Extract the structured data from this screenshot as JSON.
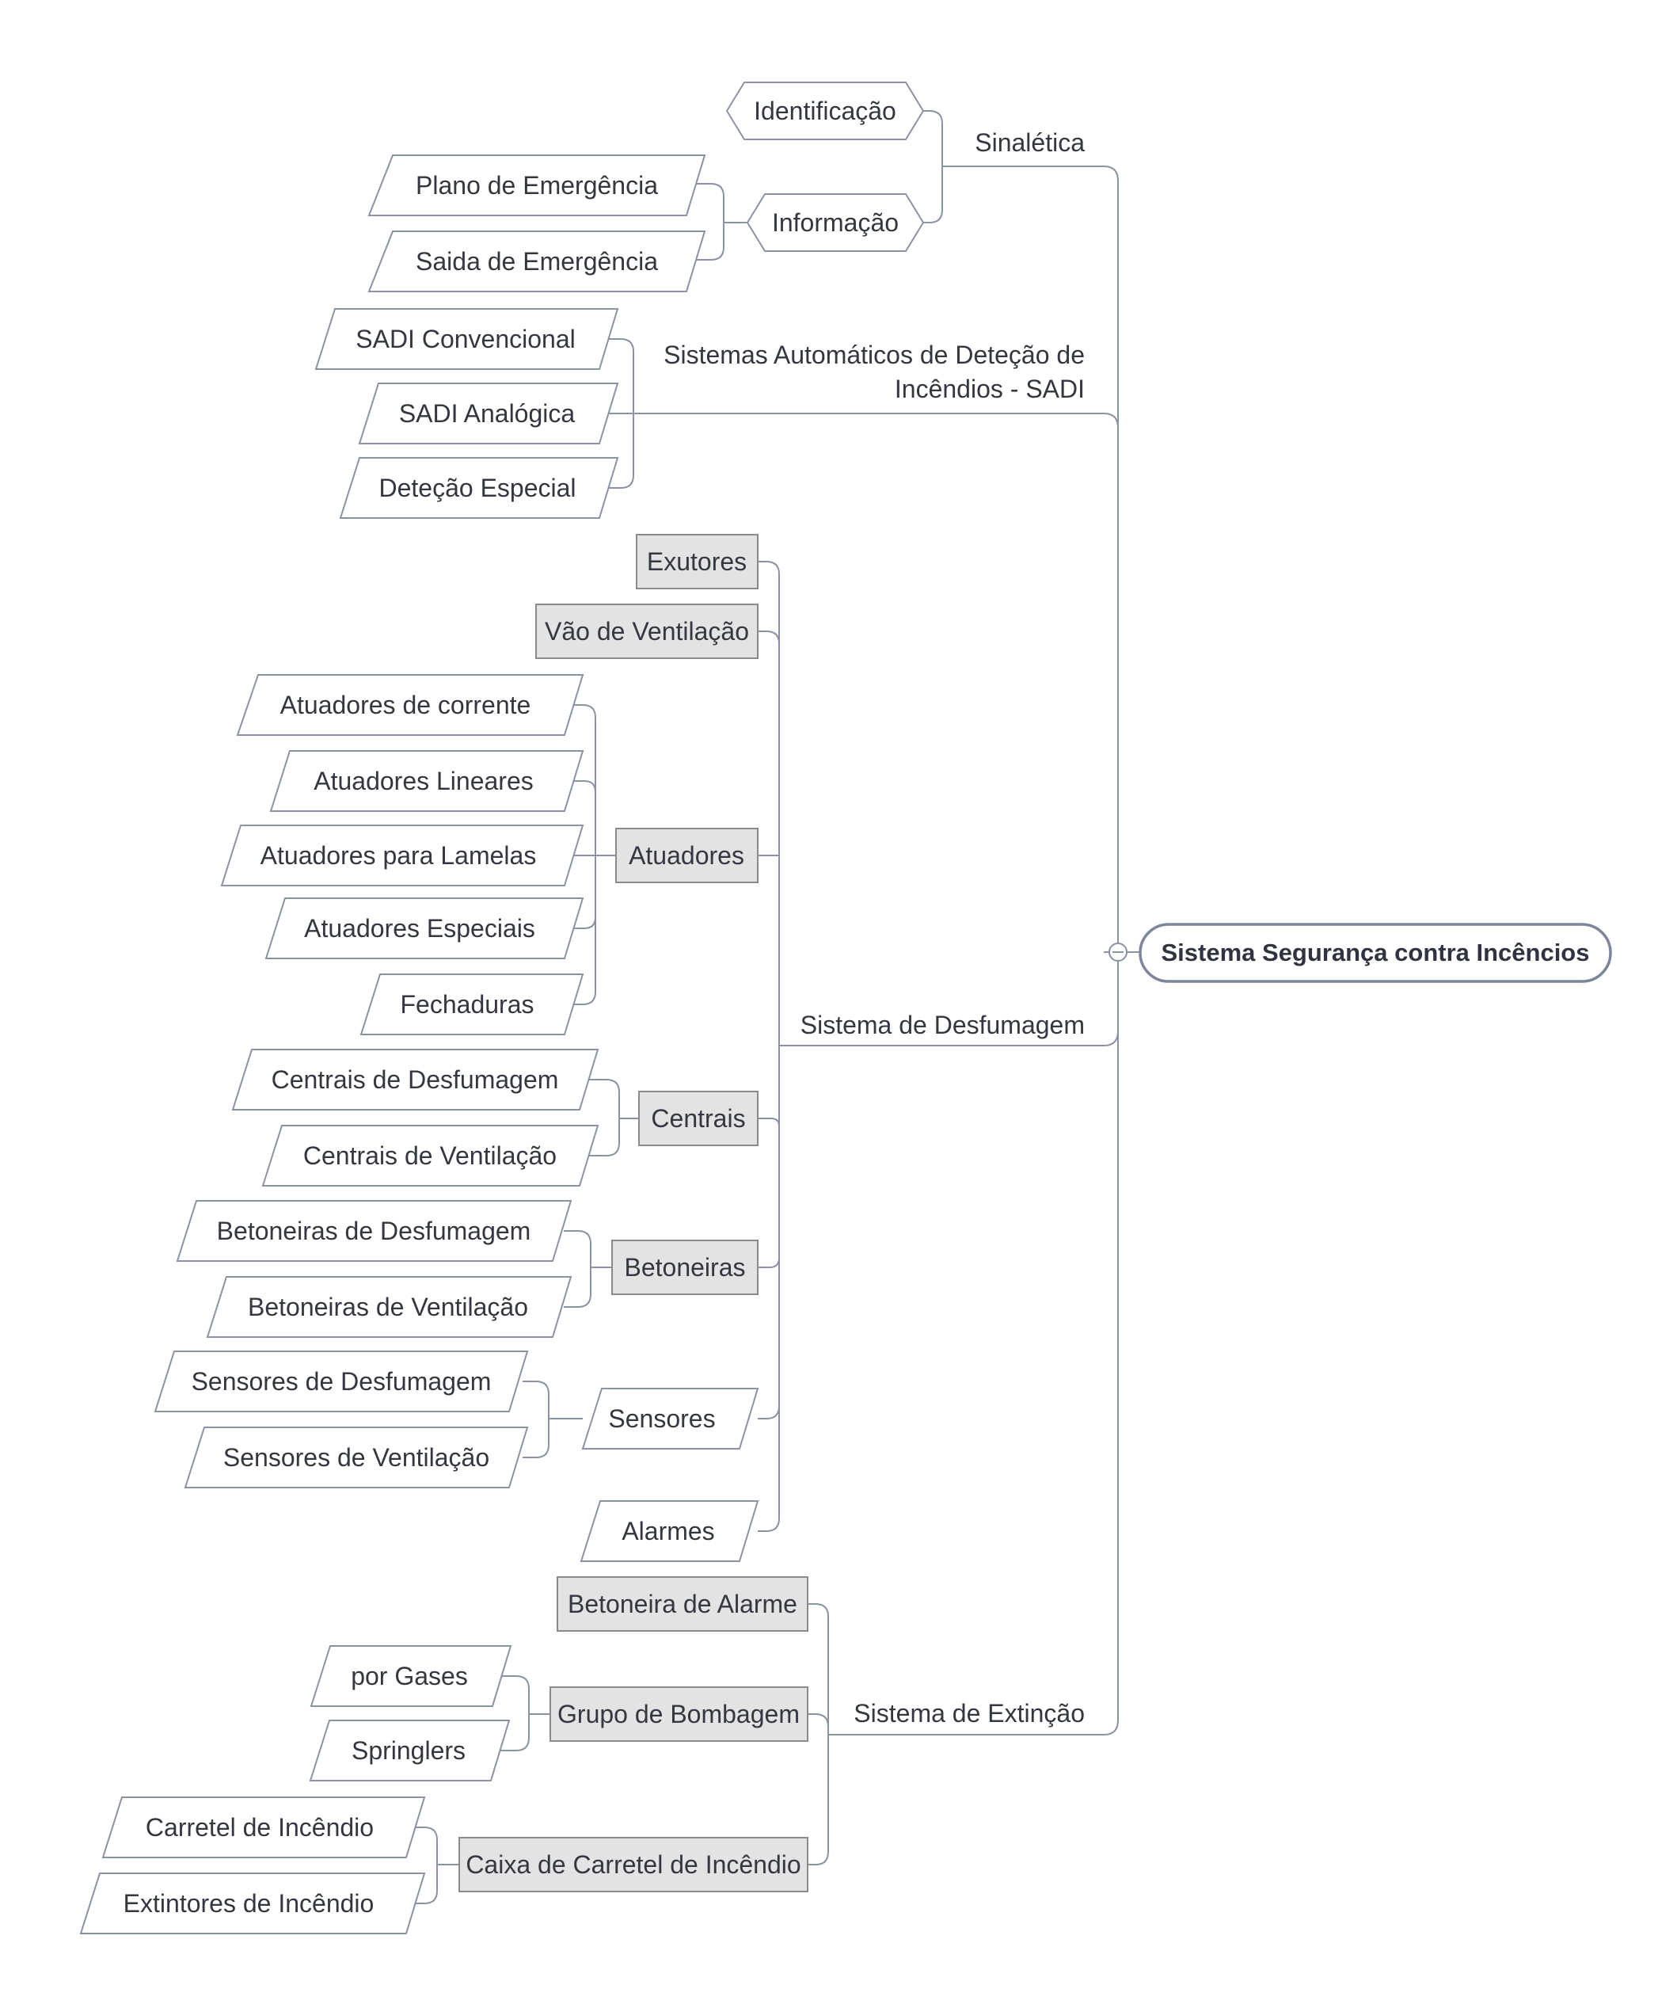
{
  "root": {
    "label": "Sistema Segurança contra Incêncios"
  },
  "branches": {
    "sinaletica": {
      "label": "Sinalética",
      "identificacao": "Identificação",
      "informacao": "Informação",
      "plano_emergencia": "Plano de Emergência",
      "saida_emergencia": "Saida de Emergência"
    },
    "sadi": {
      "label_line1": "Sistemas Automáticos de Deteção de",
      "label_line2": "Incêndios - SADI",
      "convencional": "SADI Convencional",
      "analogica": "SADI Analógica",
      "especial": "Deteção Especial"
    },
    "desfumagem": {
      "label": "Sistema de Desfumagem",
      "exutores": "Exutores",
      "vao_ventilacao": "Vão de Ventilação",
      "atuadores": {
        "label": "Atuadores",
        "items": [
          "Atuadores de corrente",
          "Atuadores Lineares",
          "Atuadores para Lamelas",
          "Atuadores Especiais",
          "Fechaduras"
        ]
      },
      "centrais": {
        "label": "Centrais",
        "items": [
          "Centrais de Desfumagem",
          "Centrais de Ventilação"
        ]
      },
      "betoneiras": {
        "label": "Betoneiras",
        "items": [
          "Betoneiras de Desfumagem",
          "Betoneiras de Ventilação"
        ]
      },
      "sensores": {
        "label": "Sensores",
        "items": [
          "Sensores de Desfumagem",
          "Sensores de Ventilação"
        ]
      },
      "alarmes": "Alarmes"
    },
    "extincao": {
      "label": "Sistema de Extinção",
      "betoneira_alarme": "Betoneira de Alarme",
      "grupo_bombagem": {
        "label": "Grupo de Bombagem",
        "items": [
          "por Gases",
          "Springlers"
        ]
      },
      "caixa_carretel": {
        "label": "Caixa de Carretel de Incêndio",
        "items": [
          "Carretel de Incêndio",
          "Extintores de Incêndio"
        ]
      }
    }
  },
  "colors": {
    "line": "#8a93a5",
    "box_fill": "#e3e3e3",
    "text": "#33373f"
  }
}
